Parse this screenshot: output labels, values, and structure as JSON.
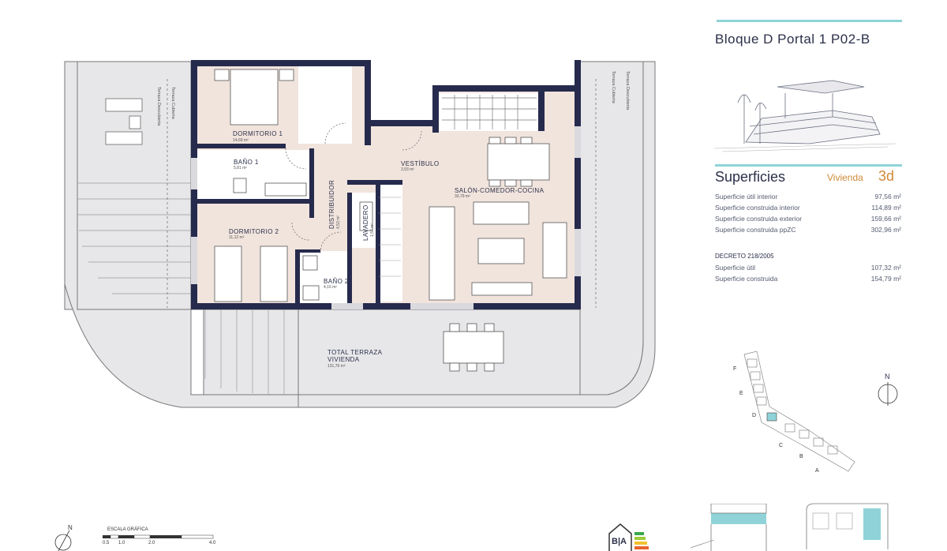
{
  "header": {
    "title": "Bloque D Portal 1 P02-B"
  },
  "superficies": {
    "heading": "Superficies",
    "vivienda_label": "Vivienda",
    "vivienda_num": "3d",
    "rows": [
      {
        "label": "Superficie útil interior",
        "value": "97,56 m²"
      },
      {
        "label": "Superficie construida interior",
        "value": "114,89 m²"
      },
      {
        "label": "Superficie construida exterior",
        "value": "159,66 m²"
      },
      {
        "label": "Superficie construida ppZC",
        "value": "302,96 m²"
      }
    ],
    "decreto_title": "DECRETO 218/2005",
    "decreto_rows": [
      {
        "label": "Superficie útil",
        "value": "107,32 m²"
      },
      {
        "label": "Superficie construida",
        "value": "154,79 m²"
      }
    ]
  },
  "rooms": {
    "dormitorio1": {
      "name": "DORMITORIO 1",
      "area": "14,69 m²"
    },
    "bano1": {
      "name": "BAÑO 1",
      "area": "5,81 m²"
    },
    "dormitorio2": {
      "name": "DORMITORIO 2",
      "area": "11,12 m²"
    },
    "distribuidor": {
      "name": "DISTRIBUIDOR",
      "area": "4,53 m²"
    },
    "lavadero": {
      "name": "LAVADERO",
      "area": "1,57 m²"
    },
    "bano2": {
      "name": "BAÑO 2",
      "area": "4,16 m²"
    },
    "vestibulo": {
      "name": "VESTÍBULO",
      "area": "3,93 m²"
    },
    "salon": {
      "name": "SALÓN-COMEDOR-COCINA",
      "area": "33,79 m²"
    },
    "terraza": {
      "name1": "TOTAL TERRAZA",
      "name2": "VIVIENDA",
      "area": "131,76 m²"
    }
  },
  "terrace_labels": {
    "left_a": "Terraza Descubierta",
    "left_b": "Terraza Cubierta",
    "right_a": "Terraza Cubierta",
    "right_b": "Terraza Descubierta"
  },
  "keyplan": {
    "blocks": [
      "F",
      "E",
      "D",
      "C",
      "B",
      "A"
    ],
    "north": "N",
    "highlight_color": "#8fd3d8"
  },
  "scale": {
    "title": "ESCALA GRÁFICA",
    "ticks": [
      "0.5",
      "1.0",
      "2.0",
      "4.0"
    ],
    "north": "N"
  },
  "energy": {
    "logo": "B|A"
  },
  "colors": {
    "wall": "#262a4d",
    "room_fill": "#f1e4dd",
    "terrace": "#e6e6e8",
    "accent": "#8fd3d8",
    "vivienda": "#d08a3a"
  }
}
